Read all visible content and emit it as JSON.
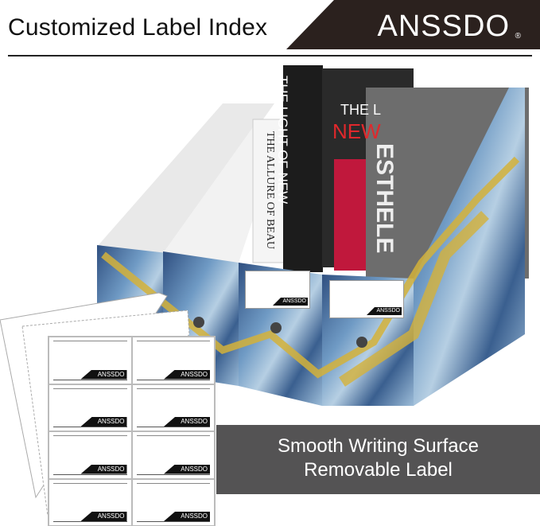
{
  "header": {
    "title": "Customized Label Index",
    "brand": "ANSSDO",
    "registered": "®"
  },
  "books": [
    {
      "title": "THE LIGHT OF NEW"
    },
    {
      "title": "THE ALLURE OF BEAU"
    },
    {
      "title": "THE L",
      "subtitle": "NEW"
    },
    {
      "title": "ESTHELE"
    }
  ],
  "label_sheet": {
    "labels": [
      "ANSSDO",
      "ANSSDO",
      "ANSSDO",
      "ANSSDO",
      "ANSSDO",
      "ANSSDO",
      "ANSSDO",
      "ANSSDO"
    ]
  },
  "holder_labels": [
    "ANSSDO",
    "ANSSDO"
  ],
  "banner": {
    "line1": "Smooth Writing Surface",
    "line2": "Removable Label"
  },
  "colors": {
    "brand_bg": "#2b211e",
    "banner_bg": "#545354",
    "marble_blue": "#3a5f8f",
    "gold": "#d4b23a"
  }
}
